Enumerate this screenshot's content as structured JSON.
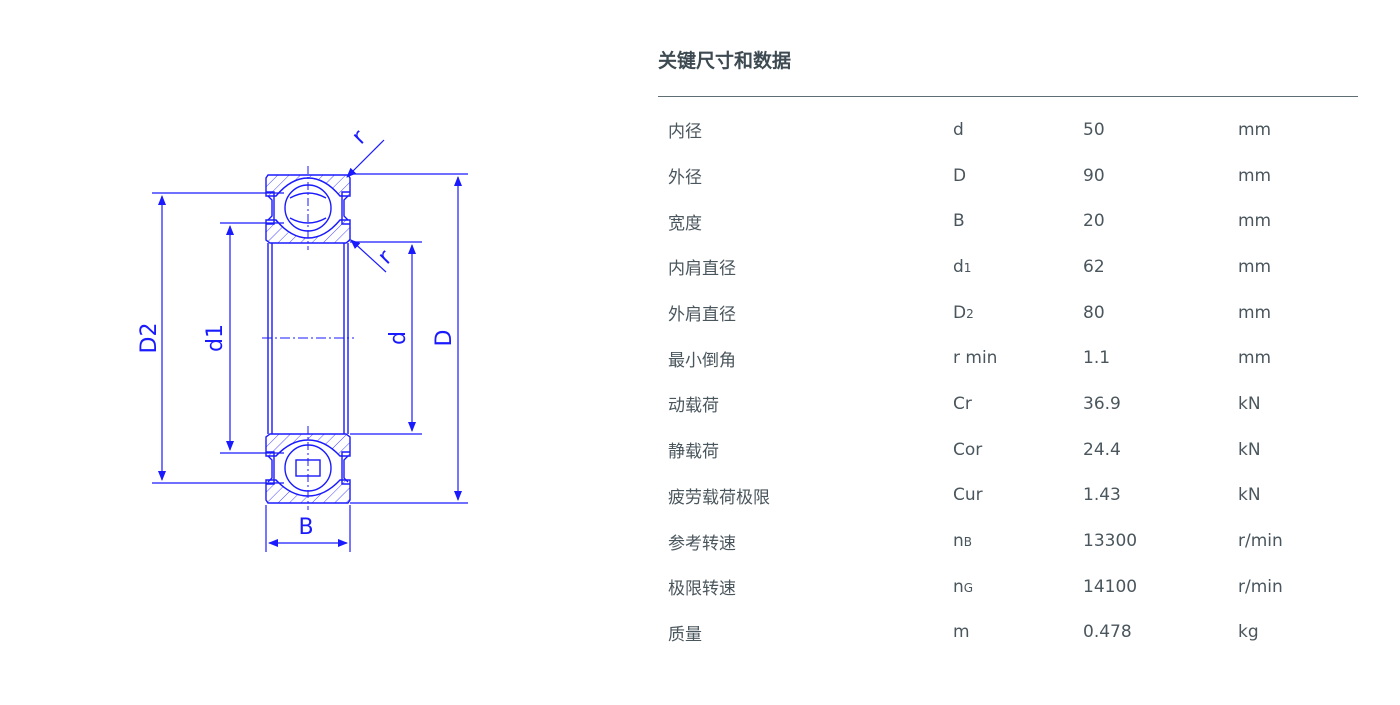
{
  "section_title": "关键尺寸和数据",
  "drawing_labels": {
    "D2": "D2",
    "d1": "d1",
    "d": "d",
    "D": "D",
    "B": "B",
    "r_top": "r",
    "r_mid": "r"
  },
  "rows": [
    {
      "name": "内径",
      "symbol": "d",
      "symbol_sub": "",
      "value": "50",
      "unit": "mm"
    },
    {
      "name": "外径",
      "symbol": "D",
      "symbol_sub": "",
      "value": "90",
      "unit": "mm"
    },
    {
      "name": "宽度",
      "symbol": "B",
      "symbol_sub": "",
      "value": "20",
      "unit": "mm"
    },
    {
      "name": "内肩直径",
      "symbol": "d",
      "symbol_sub": "1",
      "value": "62",
      "unit": "mm"
    },
    {
      "name": "外肩直径",
      "symbol": "D",
      "symbol_sub": "2",
      "value": "80",
      "unit": "mm"
    },
    {
      "name": "最小倒角",
      "symbol": "r min",
      "symbol_sub": "",
      "value": "1.1",
      "unit": "mm"
    },
    {
      "name": "动载荷",
      "symbol": "Cr",
      "symbol_sub": "",
      "value": "36.9",
      "unit": "kN"
    },
    {
      "name": "静载荷",
      "symbol": "Cor",
      "symbol_sub": "",
      "value": "24.4",
      "unit": "kN"
    },
    {
      "name": "疲劳载荷极限",
      "symbol": "Cur",
      "symbol_sub": "",
      "value": "1.43",
      "unit": "kN"
    },
    {
      "name": "参考转速",
      "symbol": "n",
      "symbol_sub": "B",
      "value": "13300",
      "unit": "r/min"
    },
    {
      "name": "极限转速",
      "symbol": "n",
      "symbol_sub": "G",
      "value": "14100",
      "unit": "r/min"
    },
    {
      "name": "质量",
      "symbol": "m",
      "symbol_sub": "",
      "value": "0.478",
      "unit": "kg"
    }
  ],
  "colors": {
    "drawing_line": "#1a1aff",
    "text": "#4a565d",
    "rule": "#5f6d75"
  }
}
